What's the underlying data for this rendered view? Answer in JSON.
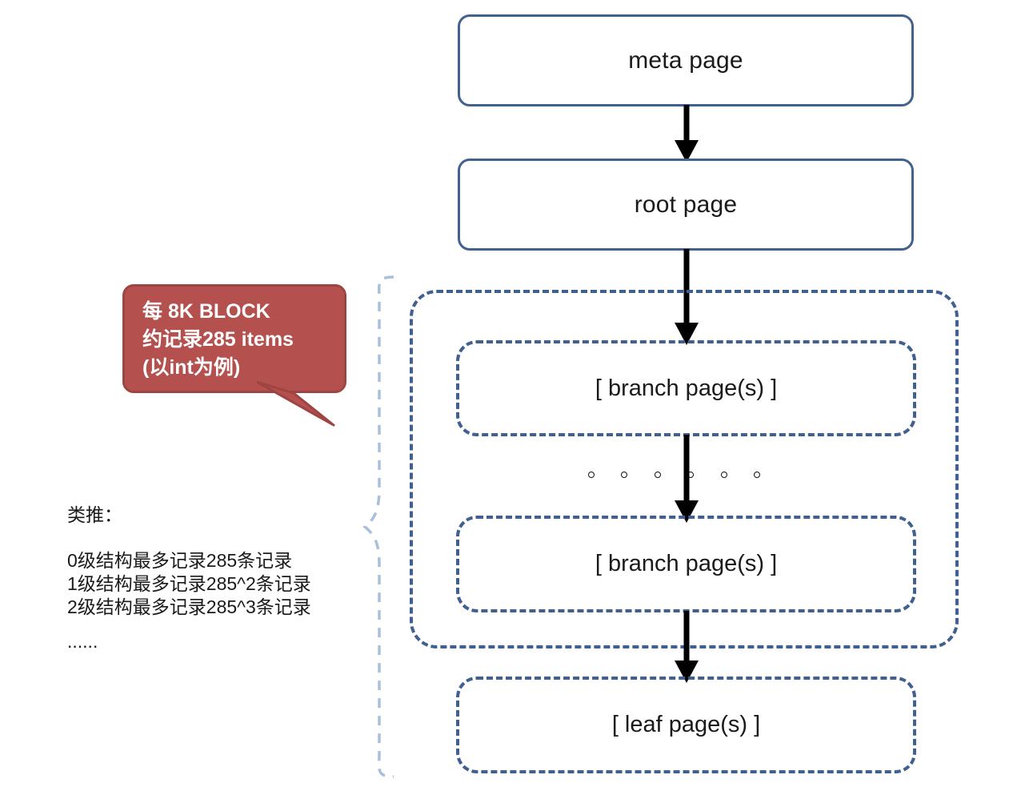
{
  "diagram": {
    "title": "B-tree index page hierarchy",
    "colors": {
      "solid_box_border": "#41618E",
      "dashdot_border": "#3F6091",
      "callout_fill": "#B4504E",
      "callout_border": "#9E4442",
      "callout_text": "#FFFFFF",
      "brace": "#A8C0DC",
      "arrow": "#000000",
      "text": "#1A1A1A"
    },
    "nodes": {
      "meta_page": "meta page",
      "root_page": "root page",
      "branch_page_1": "[ branch page(s) ]",
      "branch_page_2": "[ branch page(s) ]",
      "leaf_page": "[ leaf page(s) ]"
    },
    "ellipsis_dot_count": 6,
    "callout": {
      "lines": [
        "每 8K BLOCK",
        "约记录285 items",
        "(以int为例)"
      ]
    },
    "analogy": {
      "title": "类推：",
      "lines": [
        "0级结构最多记录285条记录",
        "1级结构最多记录285^2条记录",
        "2级结构最多记录285^3条记录"
      ],
      "ellipsis": "......"
    },
    "icons": {
      "down_arrow": "down-arrow-icon",
      "ellipsis_dot": "hollow-dot-icon",
      "brace": "curly-brace-icon",
      "callout_tail": "callout-tail-icon"
    }
  }
}
